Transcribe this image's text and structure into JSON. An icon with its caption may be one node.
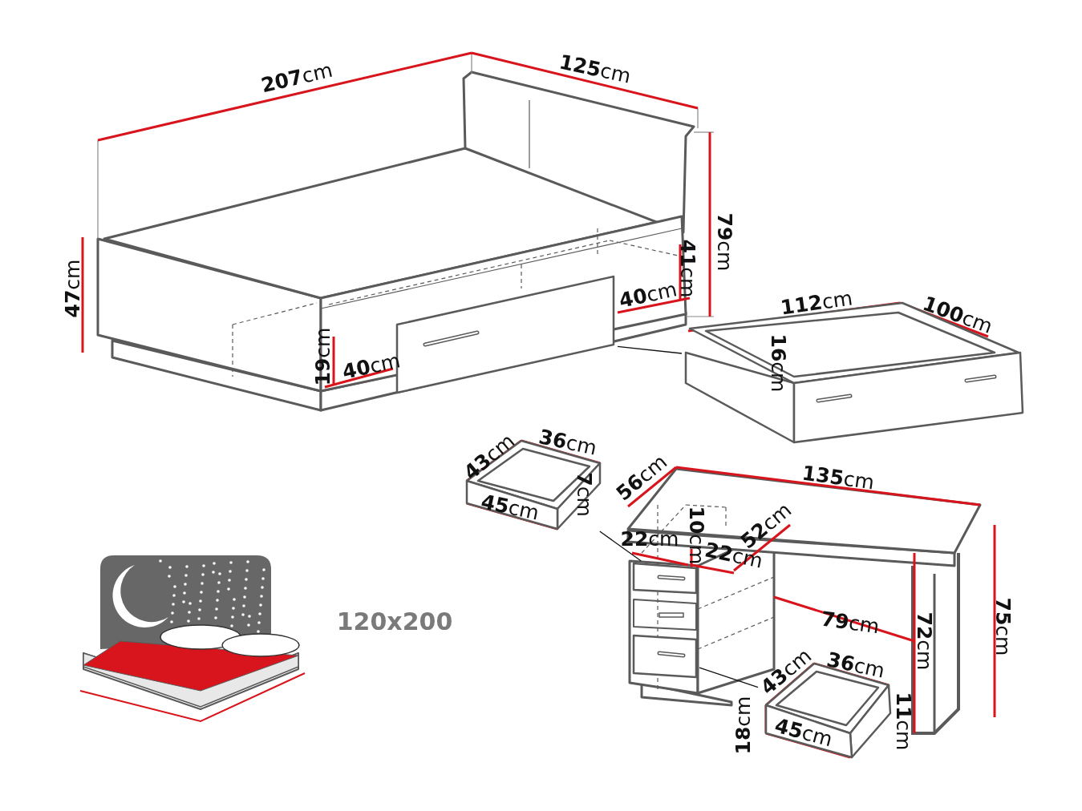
{
  "diagram": {
    "nodes": [
      {
        "text": [],
        "shape": "picture"
      },
      {
        "text": [],
        "shape": "picture"
      },
      {
        "text": [],
        "shape": "picture"
      },
      {
        "text": [],
        "shape": "picture"
      },
      {
        "text": [],
        "shape": "picture"
      },
      {
        "text": [],
        "shape": "picture"
      }
    ],
    "edges": [
      {
        "from": 0,
        "to": 1,
        "arrow": "none"
      },
      {
        "from": 2,
        "to": 3,
        "arrow": "none"
      },
      {
        "from": 4,
        "to": 5,
        "arrow": "none"
      }
    ],
    "labels": [
      "**207**cm",
      "**125**cm",
      "**79**cm",
      "**47**cm",
      "**41**cm",
      "**40**cm",
      "**112**cm",
      "**100**cm",
      "**19**cm",
      "**40**cm",
      "**16**cm",
      "**43**cm",
      "**36**cm",
      "**56**cm",
      "**135**cm",
      "**7**cm",
      "**45**cm",
      "**10**cm",
      "**52**cm",
      "**22**cm",
      "**22**cm",
      "120x200",
      "**79**cm",
      "**72**cm",
      "**75**cm",
      "**43**cm",
      "**36**cm",
      "**18**cm",
      "**45**cm",
      "**11**cm"
    ]
  }
}
